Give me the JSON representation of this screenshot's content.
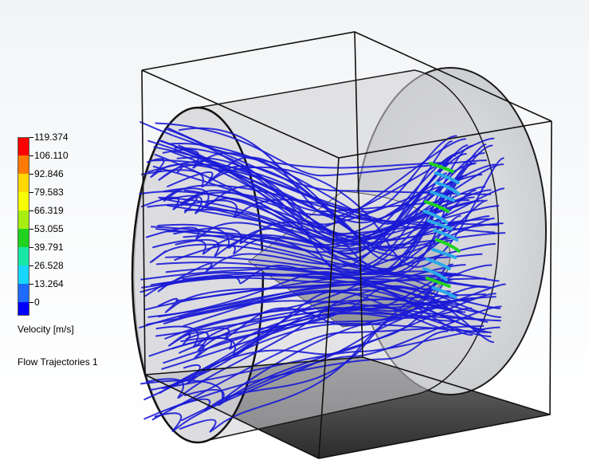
{
  "legend": {
    "title": "Velocity [m/s]",
    "ticks": [
      {
        "label": "119.374",
        "color": "#ff0000"
      },
      {
        "label": "106.110",
        "color": "#ff7a00"
      },
      {
        "label": "92.846",
        "color": "#ffd800"
      },
      {
        "label": "79.583",
        "color": "#f6ff00"
      },
      {
        "label": "66.319",
        "color": "#a8ee10"
      },
      {
        "label": "53.055",
        "color": "#1fd31f"
      },
      {
        "label": "39.791",
        "color": "#17e8a6"
      },
      {
        "label": "26.528",
        "color": "#17d7ff"
      },
      {
        "label": "13.264",
        "color": "#1f6bff"
      },
      {
        "label": "0",
        "color": "#0000ff"
      }
    ]
  },
  "plot_name": "Flow Trajectories 1",
  "colors": {
    "trajectory": "#1a1ad6",
    "trajectory_fast": "#2aa8e8",
    "cone": "#c9c9cc",
    "box_edge": "#111111",
    "floor_shadow": "#3a3a3a"
  }
}
